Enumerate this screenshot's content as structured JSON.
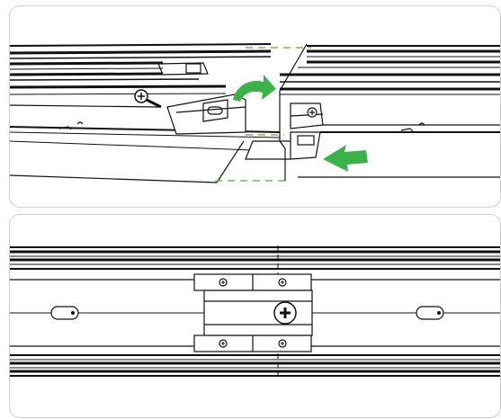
{
  "figure": {
    "kind": "assembly-instruction",
    "steps": [
      {
        "name": "step-1-insert-connector",
        "arrow_color": "#3bb34a",
        "guide_color": "#6cc04a",
        "screw_icon": "phillips-screw-icon"
      },
      {
        "name": "step-2-joined-rails",
        "screw_icon": "phillips-screw-icon"
      }
    ],
    "colors": {
      "line": "#111111",
      "panel_border": "#cfcfcf",
      "arrow": "#3bb34a",
      "guide_dash": "#6cc04a"
    }
  }
}
